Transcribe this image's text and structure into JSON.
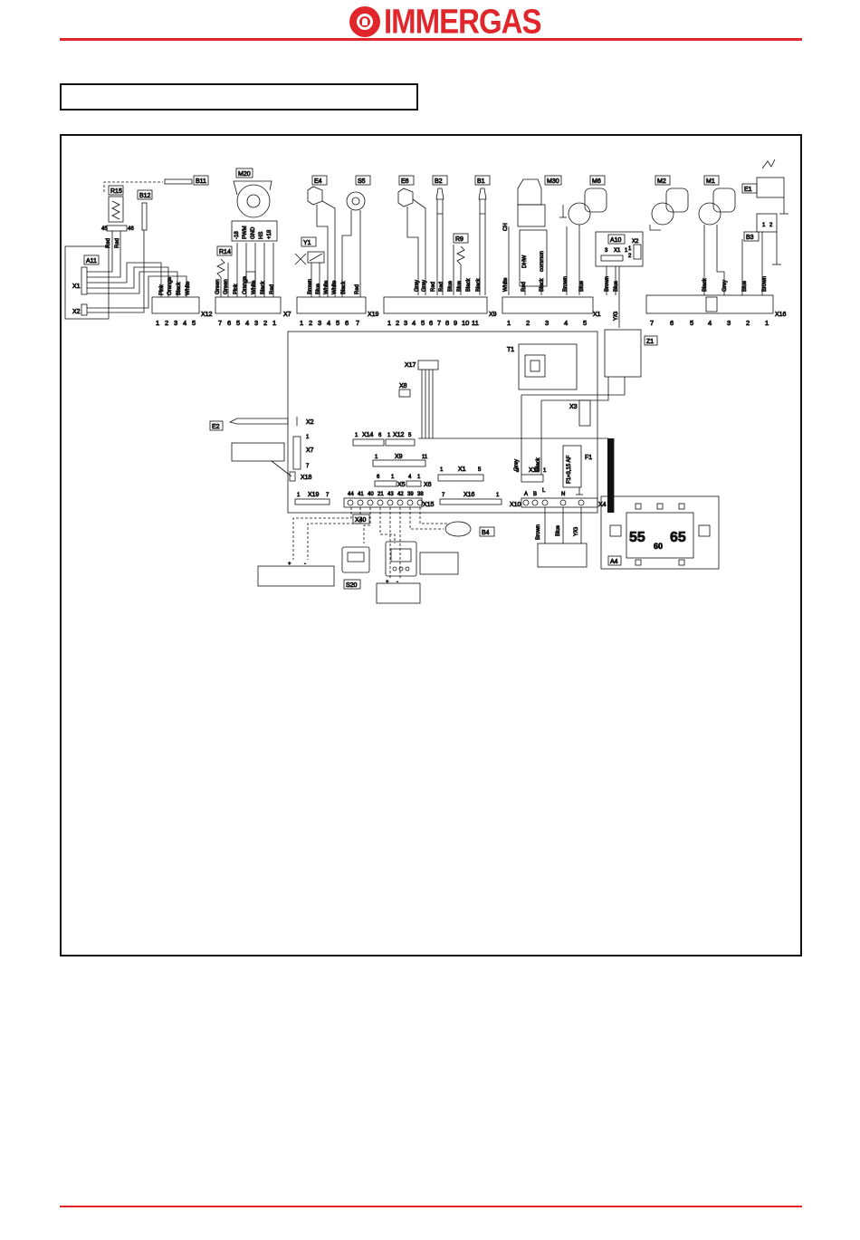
{
  "brand": {
    "name": "IMMERGAS",
    "accent_color": "#e0262b"
  },
  "components": {
    "b11": "B11",
    "r15": "R15",
    "b12": "B12",
    "a11": "A11",
    "m20": "M20",
    "r14": "R14",
    "e4": "E4",
    "s5": "S5",
    "y1": "Y1",
    "e6": "E6",
    "b2": "B2",
    "r9": "R9",
    "b1": "B1",
    "m30": "M30",
    "m6": "M6",
    "m2": "M2",
    "m1": "M1",
    "e1": "E1",
    "b3": "B3",
    "a10": "A10",
    "z1": "Z1",
    "t1": "T1",
    "e2": "E2",
    "f1": "F1",
    "b4": "B4",
    "x40": "X40",
    "s20": "S20",
    "a4": "A4"
  },
  "connectors": {
    "x12": "X12",
    "x7": "X7",
    "x19": "X19",
    "x9": "X9",
    "x1": "X1",
    "x16": "X16",
    "x17": "X17",
    "x8": "X8",
    "x2": "X2",
    "x3": "X3",
    "x14": "X14",
    "x18": "X18",
    "x5": "X5",
    "x6": "X6",
    "x15": "X15",
    "x10": "X10",
    "x11": "X11",
    "x4": "X4"
  },
  "wire_colors": {
    "pink": "Pink",
    "orange": "Orange",
    "black": "Black",
    "white": "White",
    "green": "Green",
    "brown": "Brown",
    "blue": "Blue",
    "red": "Red",
    "grey": "Grey",
    "yg": "Y/G"
  },
  "m20_pins": [
    "-18",
    "PWM",
    "GND",
    "HS",
    "+18"
  ],
  "m30_labels": {
    "ch": "CH",
    "dhw": "DHW",
    "common": "common"
  },
  "fuse_label": "F1=3,15 AF",
  "r15_pins": {
    "left": "45",
    "right": "46"
  },
  "pin_rows": {
    "x12": [
      "1",
      "2",
      "3",
      "4",
      "5"
    ],
    "x7": [
      "7",
      "6",
      "5",
      "4",
      "3",
      "2",
      "1"
    ],
    "x19": [
      "1",
      "2",
      "3",
      "4",
      "5",
      "6",
      "7"
    ],
    "x9": [
      "1",
      "2",
      "3",
      "4",
      "5",
      "6",
      "7",
      "8",
      "9",
      "10",
      "11"
    ],
    "x1": [
      "1",
      "2",
      "3",
      "4",
      "5"
    ],
    "x16": [
      "7",
      "6",
      "5",
      "4",
      "3",
      "2",
      "1"
    ],
    "x15": [
      "44",
      "41",
      "40",
      "21",
      "43",
      "42",
      "39",
      "38"
    ]
  },
  "board_pins": {
    "x14": [
      "1",
      "6"
    ],
    "x12": [
      "1",
      "5"
    ],
    "x9": [
      "1",
      "11"
    ],
    "x7": [
      "1",
      "7"
    ],
    "x1": [
      "1",
      "5"
    ],
    "x19": [
      "1",
      "7"
    ],
    "x5": [
      "6",
      "1"
    ],
    "x6": [
      "4",
      "1"
    ],
    "x16": [
      "7",
      "1"
    ],
    "x11": [
      "3",
      "1"
    ],
    "x10": [
      "A",
      "B"
    ],
    "x4": [
      "L",
      "N"
    ],
    "a10_x1": [
      "3",
      "1"
    ],
    "a10_x2": [
      "1",
      "2"
    ],
    "e1_pins": [
      "1",
      "2"
    ]
  },
  "display": {
    "left_value": "55",
    "right_value": "65",
    "bottom_text": "60"
  },
  "polarity": {
    "plus": "+",
    "minus": "-"
  }
}
